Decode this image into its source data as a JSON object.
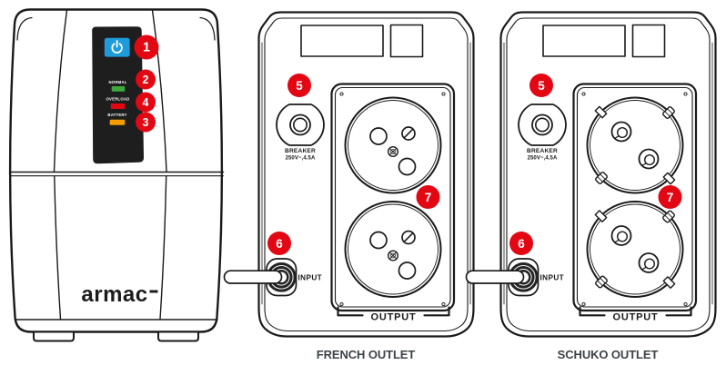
{
  "illustration": {
    "front_panel": {
      "brand": "armac",
      "power_button_callout": "1",
      "leds": [
        {
          "label": "NORMAL",
          "callout": "2",
          "color": "#3faa3c"
        },
        {
          "label": "OVERLOAD",
          "callout": "4",
          "color": "#e30613"
        },
        {
          "label": "BATTERY",
          "callout": "3",
          "color": "#f59c00"
        }
      ]
    },
    "rear_panel": {
      "breaker": {
        "callout": "5",
        "label": "BREAKER",
        "rating": "250V~,4.5A"
      },
      "input": {
        "callout": "6",
        "label": "INPUT"
      },
      "output": {
        "callout": "7",
        "label": "OUTPUT"
      }
    },
    "variants": [
      {
        "caption": "FRENCH OUTLET"
      },
      {
        "caption": "SCHUKO OUTLET"
      }
    ]
  },
  "colors": {
    "callout_red": "#e30613",
    "power_button_blue": "#1e9cd9",
    "line_dark": "#1a1a1a",
    "caption_gray": "#3d4248"
  }
}
